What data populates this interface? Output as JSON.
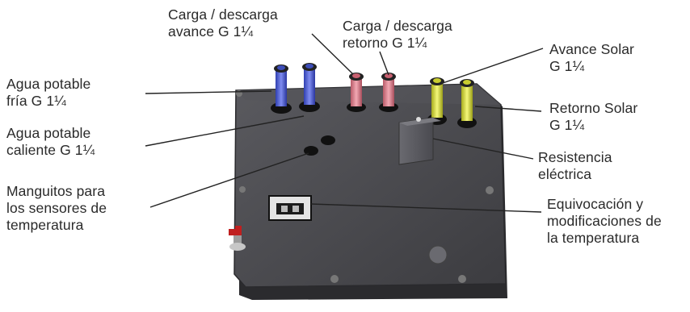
{
  "labels": {
    "agua_fria": "Agua potable\nfría G 1¼",
    "agua_caliente": "Agua potable\ncaliente G 1¼",
    "manguitos": "Manguitos para\nlos sensores de\ntemperatura",
    "carga_avance": "Carga / descarga\navance G 1¼",
    "carga_retorno": "Carga / descarga\nretorno G 1¼",
    "avance_solar": "Avance Solar\nG 1¼",
    "retorno_solar": "Retorno Solar\nG 1¼",
    "resistencia": "Resistencia\neléctrica",
    "equivocacion": "Equivocación y\nmodificaciones de\nla temperatura"
  },
  "colors": {
    "panel_top": "#4a4a4e",
    "panel_side": "#2b2b2e",
    "pipe_blue": "#4b5fd6",
    "pipe_pink": "#e07f8e",
    "pipe_yellow": "#e2e640",
    "leader": "#222222",
    "valve_red": "#d02a2a"
  }
}
